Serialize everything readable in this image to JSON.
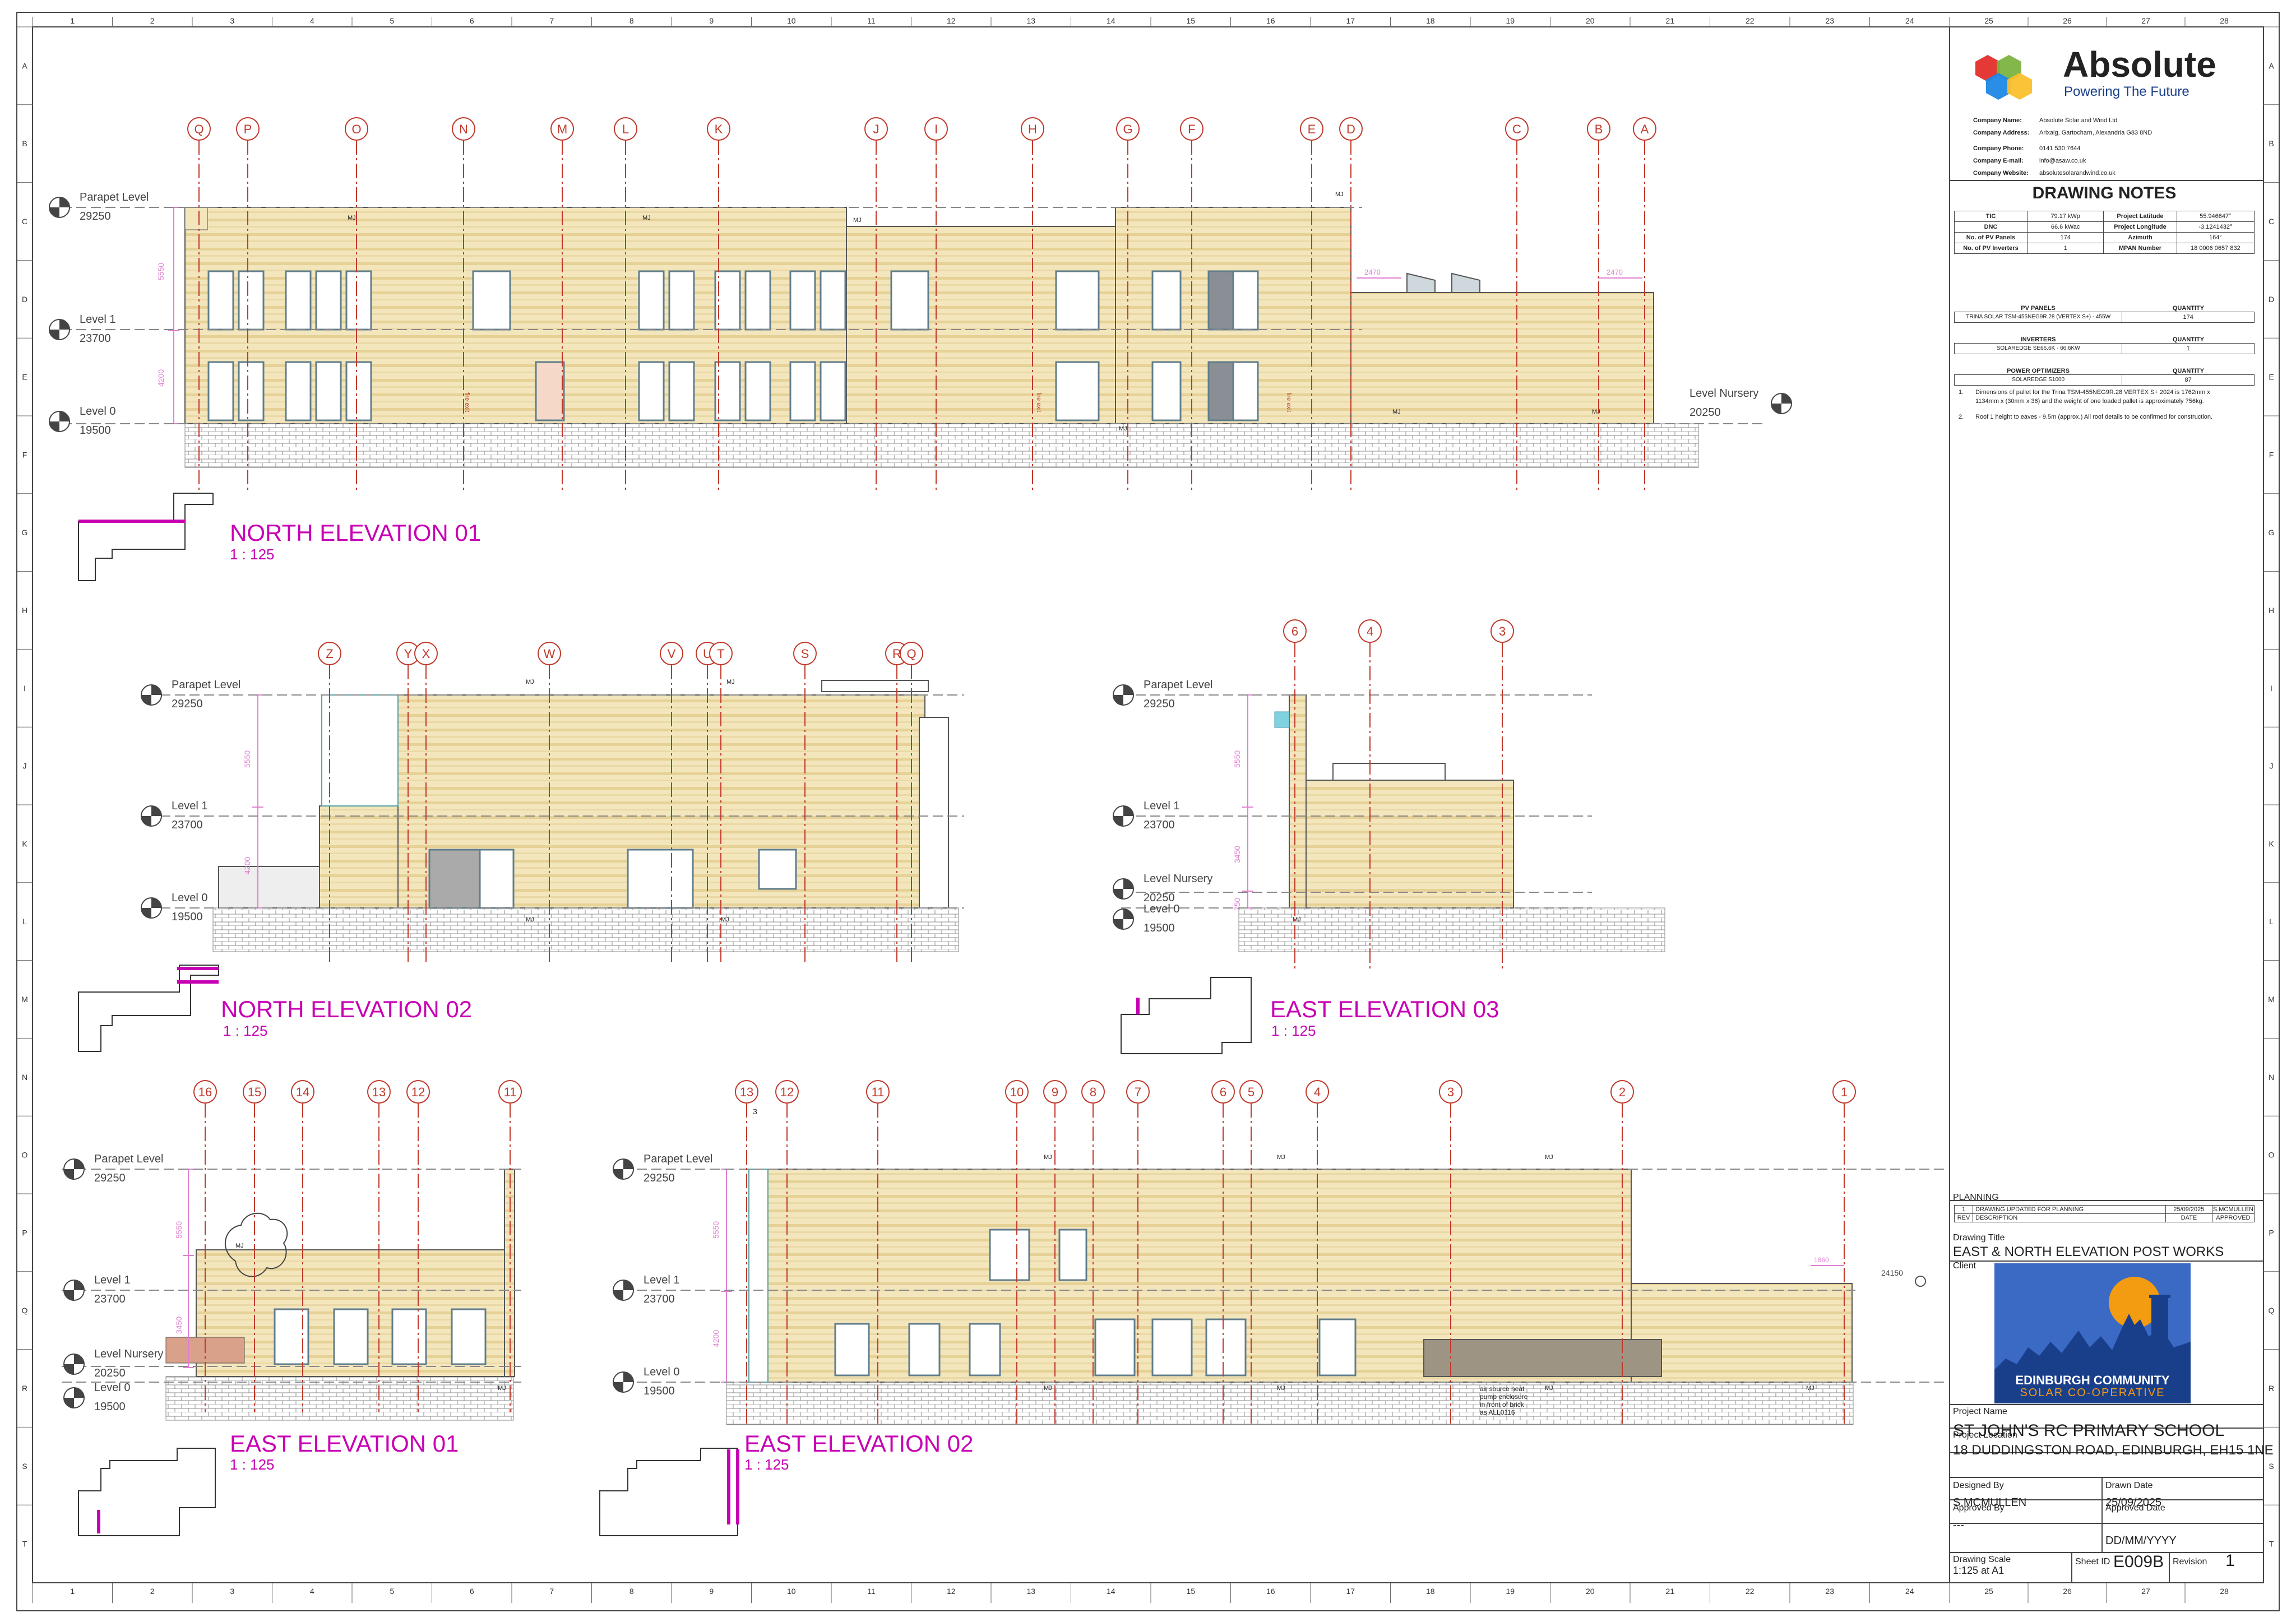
{
  "grid": {
    "columns": [
      "1",
      "2",
      "3",
      "4",
      "5",
      "6",
      "7",
      "8",
      "9",
      "10",
      "11",
      "12",
      "13",
      "14",
      "15",
      "16",
      "17",
      "18",
      "19",
      "20",
      "21",
      "22",
      "23",
      "24",
      "25",
      "26",
      "27",
      "28"
    ],
    "rows": [
      "A",
      "B",
      "C",
      "D",
      "E",
      "F",
      "G",
      "H",
      "I",
      "J",
      "K",
      "L",
      "M",
      "N",
      "O",
      "P",
      "Q",
      "R",
      "S",
      "T"
    ]
  },
  "elevations": {
    "north01": {
      "title": "NORTH ELEVATION 01",
      "scale": "1 : 125",
      "grid_labels": [
        "Q",
        "P",
        "O",
        "N",
        "M",
        "L",
        "K",
        "J",
        "I",
        "H",
        "G",
        "F",
        "E",
        "D",
        "C",
        "B",
        "A"
      ],
      "levels": [
        {
          "name": "Parapet Level",
          "value": "29250"
        },
        {
          "name": "Level 1",
          "value": "23700"
        },
        {
          "name": "Level 0",
          "value": "19500"
        },
        {
          "name": "Level Nursery",
          "value": "20250"
        }
      ],
      "dims": [
        "5550",
        "4200",
        "2470",
        "2470"
      ],
      "tags": [
        "MJ",
        "MJ",
        "MJ",
        "MJ",
        "MJ",
        "MJ",
        "MJ"
      ],
      "door_notes": [
        "fire exit",
        "fire exit",
        "fire exit"
      ]
    },
    "north02": {
      "title": "NORTH ELEVATION 02",
      "scale": "1 : 125",
      "grid_labels": [
        "Z",
        "Y",
        "X",
        "W",
        "V",
        "U",
        "T",
        "S",
        "R",
        "Q"
      ],
      "levels": [
        {
          "name": "Parapet Level",
          "value": "29250"
        },
        {
          "name": "Level 1",
          "value": "23700"
        },
        {
          "name": "Level 0",
          "value": "19500"
        }
      ],
      "dims": [
        "5550",
        "4200"
      ],
      "tags": [
        "MJ",
        "MJ",
        "MJ",
        "MJ"
      ]
    },
    "east03": {
      "title": "EAST ELEVATION 03",
      "scale": "1 : 125",
      "grid_labels": [
        "6",
        "4",
        "3"
      ],
      "levels": [
        {
          "name": "Parapet Level",
          "value": "29250"
        },
        {
          "name": "Level 1",
          "value": "23700"
        },
        {
          "name": "Level Nursery",
          "value": "20250"
        },
        {
          "name": "Level 0",
          "value": "19500"
        }
      ],
      "dims": [
        "5550",
        "3450",
        "750"
      ],
      "tags": [
        "MJ"
      ]
    },
    "east01": {
      "title": "EAST ELEVATION 01",
      "scale": "1 : 125",
      "grid_labels": [
        "16",
        "15",
        "14",
        "13",
        "12",
        "11"
      ],
      "levels": [
        {
          "name": "Parapet Level",
          "value": "29250"
        },
        {
          "name": "Level 1",
          "value": "23700"
        },
        {
          "name": "Level Nursery",
          "value": "20250"
        },
        {
          "name": "Level 0",
          "value": "19500"
        }
      ],
      "dims": [
        "5550",
        "3450"
      ],
      "tags": [
        "MJ",
        "MJ"
      ]
    },
    "east02": {
      "title": "EAST ELEVATION 02",
      "scale": "1 : 125",
      "grid_labels": [
        "13",
        "12",
        "11",
        "10",
        "9",
        "8",
        "7",
        "6",
        "5",
        "4",
        "3",
        "2",
        "1"
      ],
      "levels": [
        {
          "name": "Parapet Level",
          "value": "29250"
        },
        {
          "name": "Level 1",
          "value": "23700"
        },
        {
          "name": "Level 0",
          "value": "19500"
        }
      ],
      "dims": [
        "5550",
        "4200",
        "1860",
        "24150"
      ],
      "tags": [
        "MJ",
        "MJ",
        "MJ",
        "MJ",
        "MJ",
        "MJ",
        "MJ"
      ],
      "sub_label": "3",
      "note": [
        "air source heat",
        "pump enclosure",
        "in front of brick",
        "as ALL0116"
      ]
    }
  },
  "title_block": {
    "company": {
      "brand": "Absolute",
      "tagline": "Powering The Future",
      "fields": [
        {
          "label": "Company Name:",
          "value": "Absolute Solar and Wind Ltd"
        },
        {
          "label": "Company Address:",
          "value": "Arixaig, Gartocharn, Alexandria G83 8ND"
        },
        {
          "label": "Company Phone:",
          "value": "0141 530 7644"
        },
        {
          "label": "Company E-mail:",
          "value": "info@asaw.co.uk"
        },
        {
          "label": "Company Website:",
          "value": "absolutesolarandwind.co.uk"
        }
      ]
    },
    "notes_title": "DRAWING NOTES",
    "specs": [
      [
        "TIC",
        "79.17 kWp",
        "Project Latitude",
        "55.946647°"
      ],
      [
        "DNC",
        "66.6 kWac",
        "Project Longitude",
        "-3.1241432°"
      ],
      [
        "No. of PV Panels",
        "174",
        "Azimuth",
        "164°"
      ],
      [
        "No. of PV Inverters",
        "1",
        "MPAN Number",
        "18 0006 0657 832"
      ]
    ],
    "equipment": [
      {
        "header": "PV PANELS",
        "qty_header": "QUANTITY",
        "item": "TRINA SOLAR TSM-455NEG9R.28 (VERTEX S+) - 455W",
        "qty": "174"
      },
      {
        "header": "INVERTERS",
        "qty_header": "QUANTITY",
        "item": "SOLAREDGE SE66.6K - 66.6KW",
        "qty": "1"
      },
      {
        "header": "POWER OPTIMIZERS",
        "qty_header": "QUANTITY",
        "item": "SOLAREDGE S1000",
        "qty": "87"
      }
    ],
    "notes": [
      {
        "num": "1.",
        "lines": [
          "Dimensions of pallet for the Trina TSM-455NEG9R.28 VERTEX S+ 2024 is 1762mm x",
          "1134mm x (30mm x 36) and the weight of one loaded pallet is approximately 756kg."
        ]
      },
      {
        "num": "2.",
        "lines": [
          "Roof 1 height to eaves - 9.5m (approx.) All roof details to be confirmed for construction."
        ]
      }
    ],
    "planning_label": "PLANNING",
    "revision": {
      "rev": "1",
      "description": "DRAWING UPDATED FOR PLANNING",
      "date": "25/09/2025",
      "approved": "S.MCMULLEN"
    },
    "revision_headers": [
      "REV",
      "DESCRIPTION",
      "DATE",
      "APPROVED"
    ],
    "drawing_title_label": "Drawing Title",
    "drawing_title": "EAST & NORTH ELEVATION POST WORKS",
    "client_label": "Client",
    "client_logo": {
      "line1": "EDINBURGH COMMUNITY",
      "line2": "SOLAR CO-OPERATIVE"
    },
    "project_name_label": "Project Name",
    "project_name": "ST JOHN'S RC PRIMARY SCHOOL",
    "project_location_label": "Project Location",
    "project_location": "18 DUDDINGSTON ROAD, EDINBURGH, EH15 1NE",
    "designed_by_label": "Designed By",
    "designed_by": "S.MCMULLEN",
    "drawn_date_label": "Drawn Date",
    "drawn_date": "25/09/2025",
    "approved_by_label": "Approved By",
    "approved_by": "---",
    "approved_date_label": "Approved Date",
    "approved_date": "DD/MM/YYYY",
    "scale_label": "Drawing Scale",
    "scale": "1:125 at A1",
    "sheet_label": "Sheet ID",
    "sheet": "E009B",
    "revision_label": "Revision",
    "revision_no": "1"
  },
  "colors": {
    "cladding": "#f2e4b8",
    "cladding_stripe": "#e2cd8c",
    "grid_red": "#c0392b",
    "accent": "#c800b4",
    "dim": "#e080d0",
    "brand_blue": "#1a3f8a",
    "line": "#555555"
  }
}
